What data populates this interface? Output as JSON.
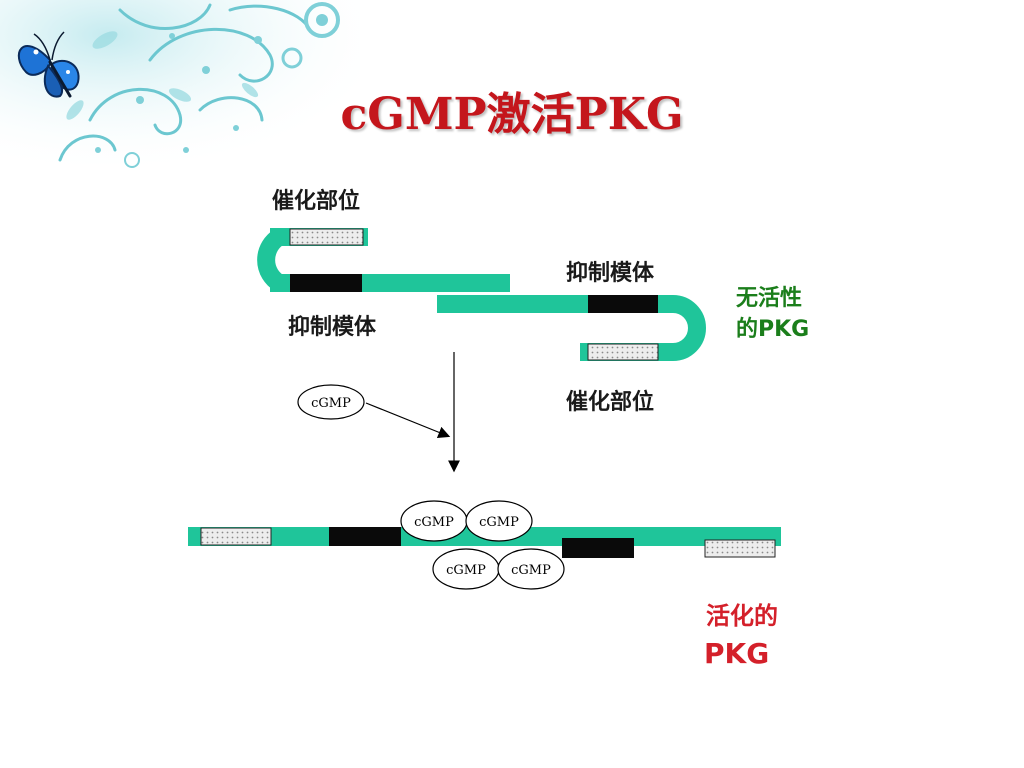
{
  "slide": {
    "title": "cGMP激活PKG"
  },
  "diagram": {
    "inactive": {
      "catalytic_top_label": "催化部位",
      "inhibitory_left_label": "抑制模体",
      "inhibitory_right_label": "抑制模体",
      "catalytic_bottom_label": "催化部位",
      "state_label_line1": "无活性",
      "state_label_line2": "的PKG"
    },
    "free_ligand": "cGMP",
    "bound_ligands": [
      "cGMP",
      "cGMP",
      "cGMP",
      "cGMP"
    ],
    "active": {
      "state_label_line1": "活化的",
      "state_label_line2": "PKG"
    }
  },
  "colors": {
    "chain": "#1fc59a",
    "inhibitory_block": "#0a0a0a",
    "catalytic_fill": "#ebebeb",
    "title": "#c4161c",
    "inactive_label": "#1b7e1b",
    "active_label": "#d4202a"
  },
  "icons": [
    "butterfly-icon",
    "swirl-ornament"
  ]
}
